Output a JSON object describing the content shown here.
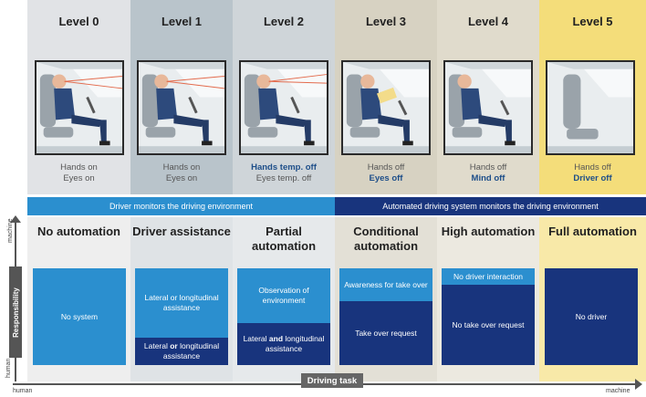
{
  "levels": [
    {
      "title": "Level 0",
      "line1": "Hands on",
      "line2": "Eyes on",
      "line1_bold": false,
      "line2_bold": false
    },
    {
      "title": "Level 1",
      "line1": "Hands on",
      "line2": "Eyes on",
      "line1_bold": false,
      "line2_bold": false
    },
    {
      "title": "Level 2",
      "line1": "Hands temp. off",
      "line2": "Eyes temp. off",
      "line1_bold": true,
      "line2_bold": false
    },
    {
      "title": "Level 3",
      "line1": "Hands off",
      "line2": "Eyes off",
      "line1_bold": false,
      "line2_bold": true
    },
    {
      "title": "Level 4",
      "line1": "Hands off",
      "line2": "Mind off",
      "line1_bold": false,
      "line2_bold": true
    },
    {
      "title": "Level 5",
      "line1": "Hands off",
      "line2": "Driver off",
      "line1_bold": false,
      "line2_bold": true
    }
  ],
  "bands": {
    "left": "Driver monitors the driving environment",
    "right": "Automated driving system monitors the driving environment"
  },
  "automation": [
    {
      "title": "No automation"
    },
    {
      "title": "Driver assistance"
    },
    {
      "title": "Partial automation"
    },
    {
      "title": "Conditional automation"
    },
    {
      "title": "High automation"
    },
    {
      "title": "Full automation"
    }
  ],
  "boxes": {
    "c0_main": "No system",
    "c1_light": "Lateral or longitudinal assistance",
    "c1_dark_a": "Lateral ",
    "c1_dark_or": "or",
    "c1_dark_b": " longitudinal assistance",
    "c2_light": "Observation of environment",
    "c2_dark_a": "Lateral ",
    "c2_dark_and": "and",
    "c2_dark_b": " longitudinal assistance",
    "c3_light": "Awareness for take over",
    "c3_dark": "Take over request",
    "c4_light": "No driver interaction",
    "c4_dark": "No take over request",
    "c5_dark": "No driver"
  },
  "axes": {
    "y_label": "Responsibility",
    "y_top": "machine",
    "y_bottom": "human",
    "x_label": "Driving task",
    "x_left": "human",
    "x_right": "machine"
  },
  "colors": {
    "light_blue": "#2b8fcf",
    "dark_blue": "#18347d",
    "level5_yellow": "#f4dd7a"
  }
}
